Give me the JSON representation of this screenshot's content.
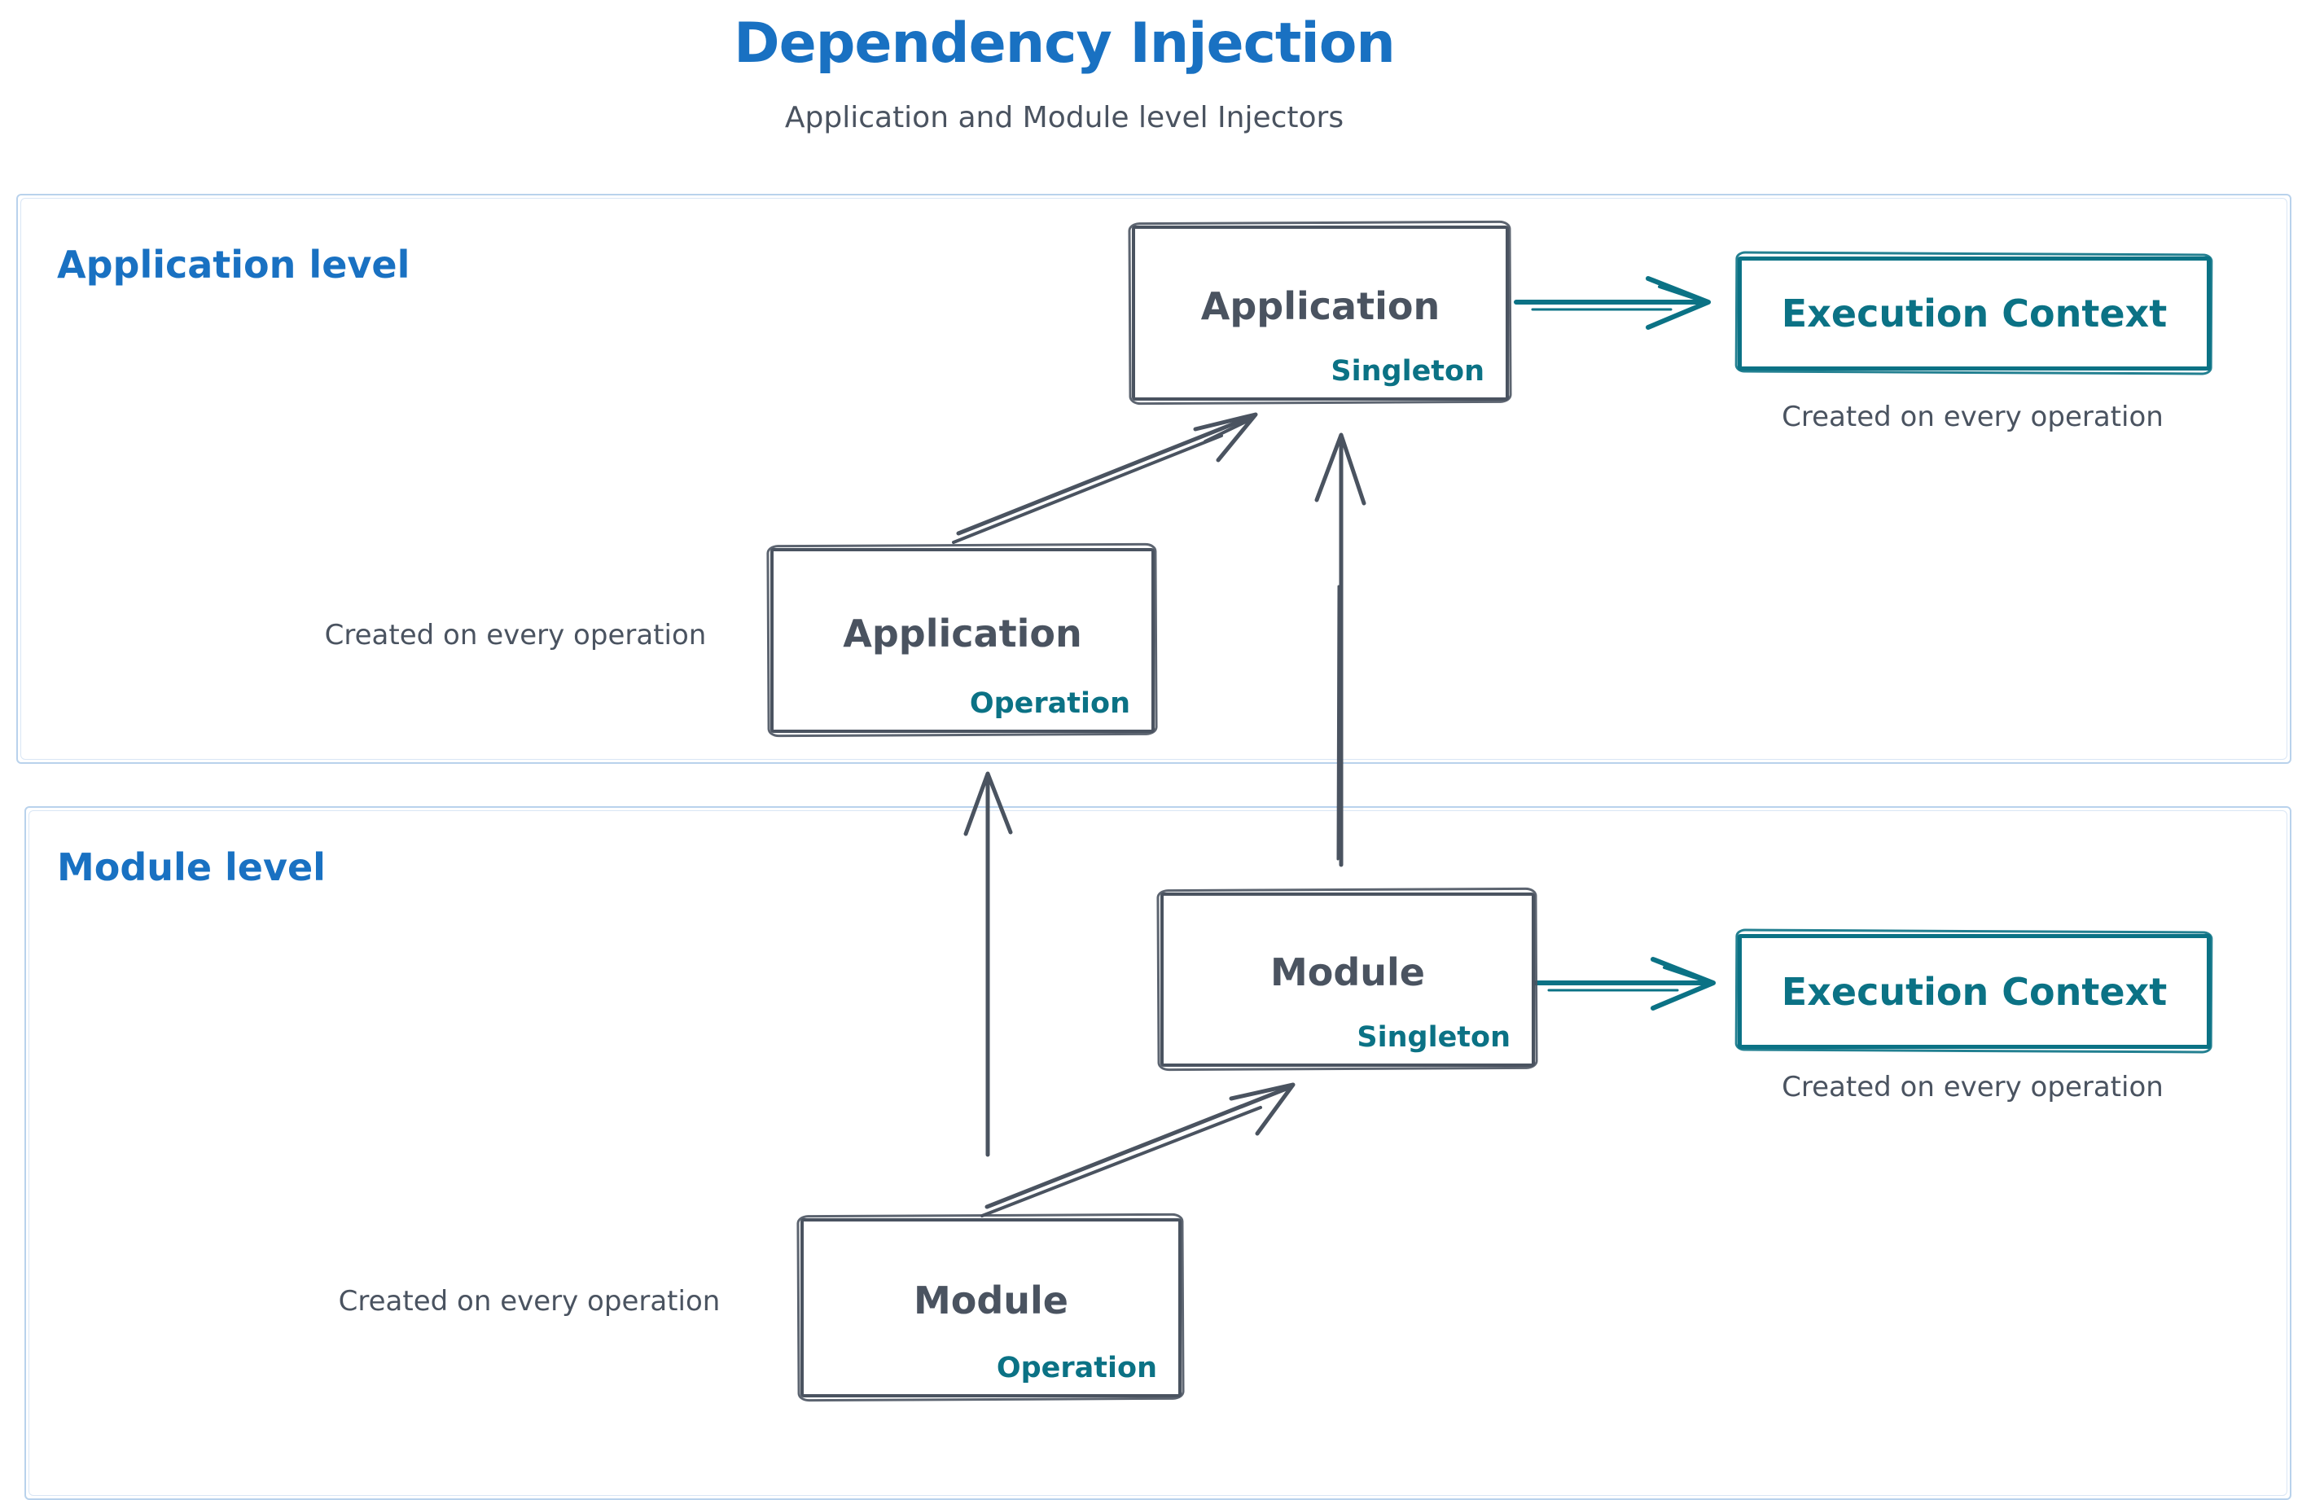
{
  "title": "Dependency Injection",
  "subtitle": "Application and Module level Injectors",
  "colors": {
    "accent_blue": "#1971c2",
    "ink": "#4a5360",
    "teal": "#0b7285",
    "section_frame": "#b9d2ec"
  },
  "app": {
    "label": "Application level",
    "singleton": {
      "name": "Application",
      "scope": "Singleton"
    },
    "operation": {
      "name": "Application",
      "scope": "Operation"
    },
    "execution_context": "Execution Context",
    "context_note": "Created on every operation",
    "operation_note": "Created on every operation"
  },
  "module": {
    "label": "Module level",
    "singleton": {
      "name": "Module",
      "scope": "Singleton"
    },
    "operation": {
      "name": "Module",
      "scope": "Operation"
    },
    "execution_context": "Execution Context",
    "context_note": "Created on every operation",
    "operation_note": "Created on every operation"
  }
}
